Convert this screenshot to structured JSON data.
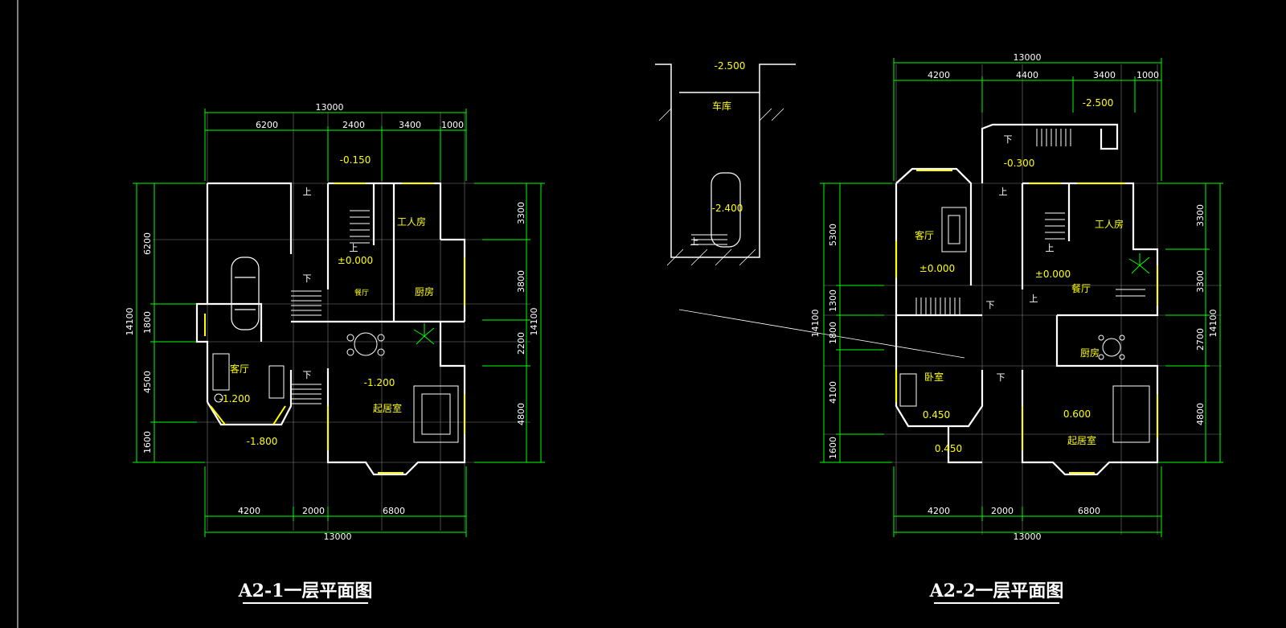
{
  "colors": {
    "background": "#000000",
    "wall": "#ffffff",
    "dimension": "#00ff00",
    "window": "#ffff00",
    "grid": "#7f7f7f",
    "text": "#ffff00"
  },
  "plan1": {
    "title": "A2-1一层平面图",
    "top_total": "13000",
    "top_dims": [
      "6200",
      "2400",
      "3400",
      "1000"
    ],
    "bottom_dims": [
      "4200",
      "2000",
      "6800"
    ],
    "bottom_total": "13000",
    "left_total": "14100",
    "left_dims": [
      "6200",
      "1800",
      "4500",
      "1600"
    ],
    "right_total": "14100",
    "right_dims": [
      "3300",
      "3800",
      "2200",
      "4800"
    ],
    "rooms": {
      "worker": "工人房",
      "dining": "餐厅",
      "kitchen": "厨房",
      "living": "客厅",
      "family": "起居室"
    },
    "elevations": {
      "entry": "-0.150",
      "stair": "±0.000",
      "living": "-1.200",
      "family": "-1.200",
      "outside": "-1.800"
    },
    "stair_labels": {
      "up": "上",
      "down": "下"
    }
  },
  "plan2": {
    "title": "A2-2一层平面图",
    "top_total": "13000",
    "top_dims": [
      "4200",
      "4400",
      "3400",
      "1000"
    ],
    "bottom_dims": [
      "4200",
      "2000",
      "6800"
    ],
    "bottom_total": "13000",
    "left_total": "14100",
    "left_dims": [
      "5300",
      "1300",
      "1800",
      "4100",
      "1600"
    ],
    "right_total": "14100",
    "right_dims": [
      "3300",
      "3300",
      "2700",
      "4800"
    ],
    "rooms": {
      "living": "客厅",
      "worker": "工人房",
      "dining": "餐厅",
      "kitchen": "厨房",
      "bedroom": "卧室",
      "family": "起居室"
    },
    "elevations": {
      "living": "±0.000",
      "dining": "±0.000",
      "entry": "-0.300",
      "ramp": "-2.500",
      "bedroom": "0.450",
      "bedroom2": "0.450",
      "family": "0.600"
    },
    "stair_labels": {
      "up": "上",
      "down": "下"
    }
  },
  "garage": {
    "label": "车库",
    "top_elev": "-2.500",
    "floor_elev": "-2.400",
    "up_label": "上"
  }
}
